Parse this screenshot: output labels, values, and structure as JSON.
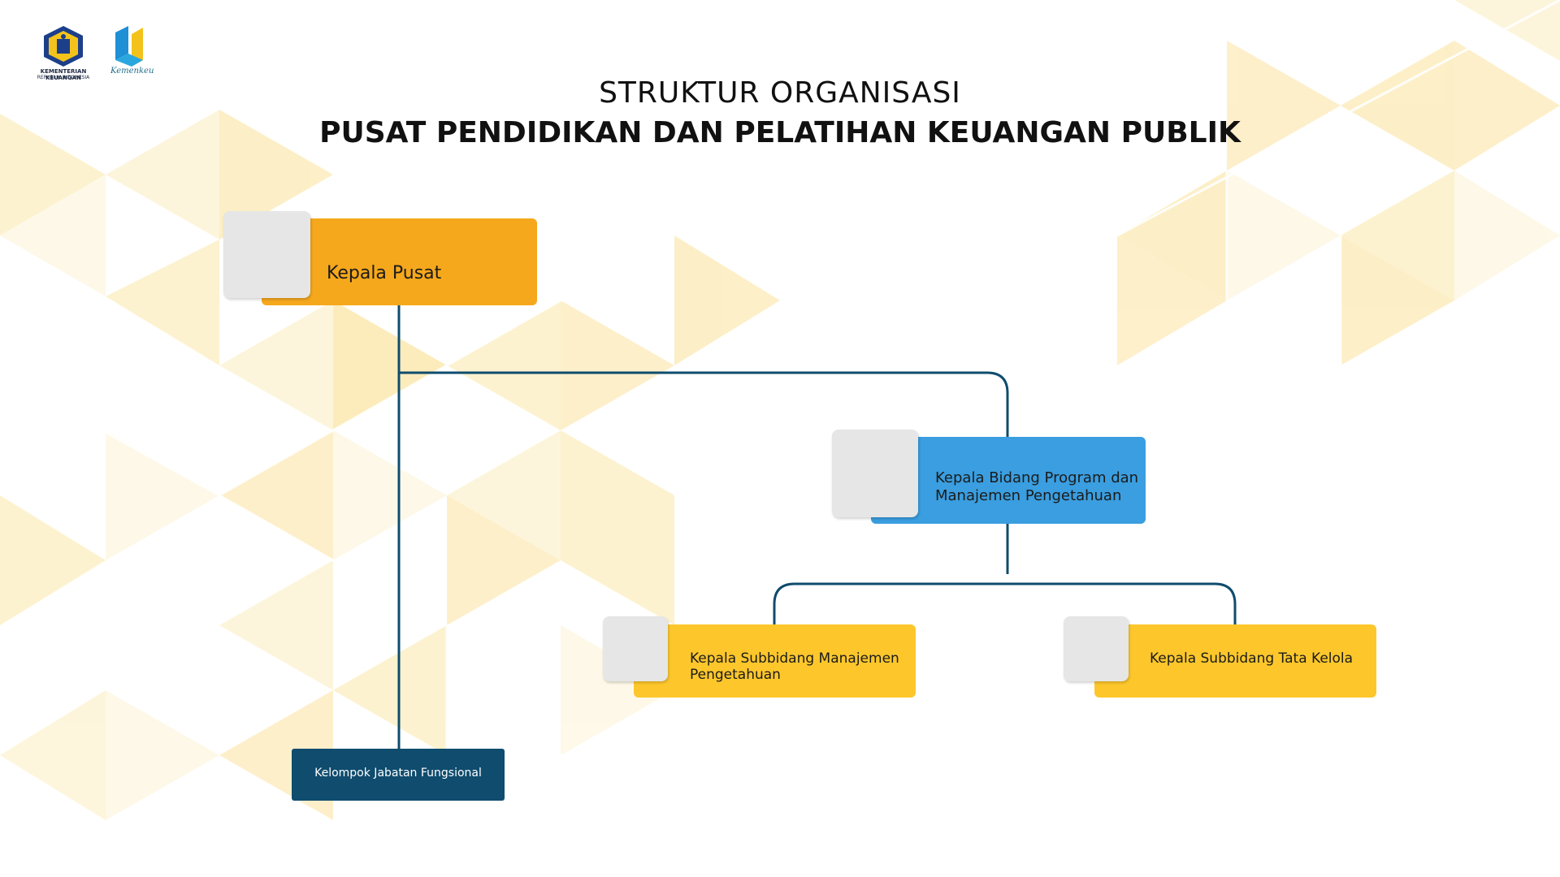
{
  "header": {
    "title_line1": "STRUKTUR ORGANISASI",
    "title_line2": "PUSAT PENDIDIKAN DAN PELATIHAN KEUANGAN PUBLIK"
  },
  "logos": {
    "kemenkeu_caption": "KEMENTERIAN KEUANGAN",
    "kemenkeu_sub": "REPUBLIK INDONESIA",
    "corpu_text": "Kemenkeu"
  },
  "org_chart": {
    "head": {
      "label": "Kepala Pusat"
    },
    "division": {
      "label": "Kepala Bidang Program dan Manajemen Pengetahuan"
    },
    "subdivisions": [
      {
        "label": "Kepala Subbidang Manajemen Pengetahuan"
      },
      {
        "label": "Kepala Subbidang Tata Kelola"
      }
    ],
    "functional_group": {
      "label": "Kelompok Jabatan Fungsional"
    }
  },
  "colors": {
    "head": "#f6a81c",
    "division": "#3a9ee0",
    "subdivision": "#fdc72c",
    "functional_group": "#0f4c6e",
    "connector": "#0f4c6e",
    "photo_placeholder": "#e6e6e6"
  }
}
